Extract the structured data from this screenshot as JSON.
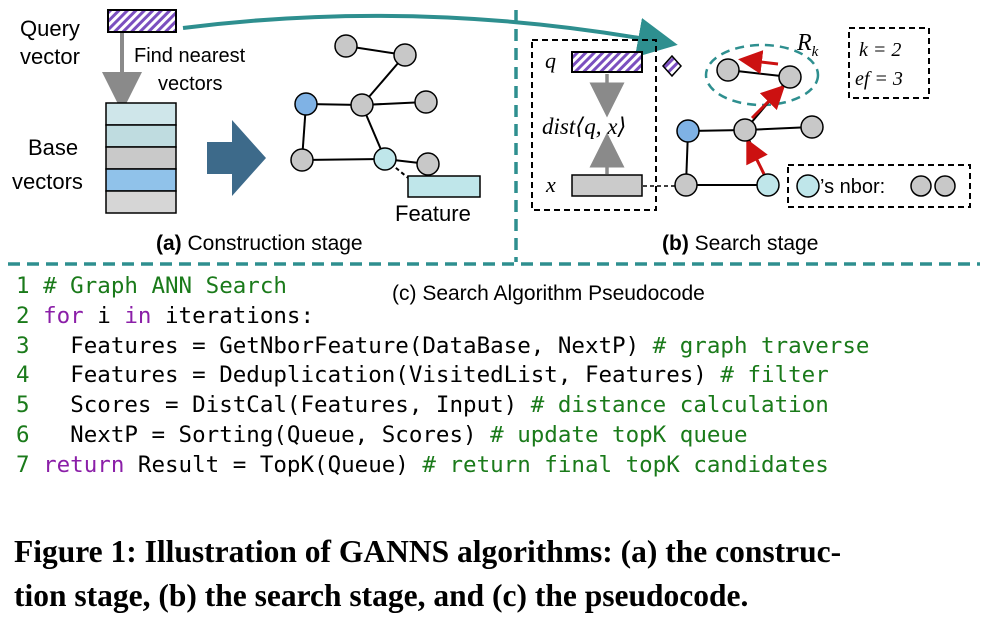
{
  "panel_a": {
    "query_label_1": "Query",
    "query_label_2": "vector",
    "find_label_1": "Find nearest",
    "find_label_2": "vectors",
    "base_label_1": "Base",
    "base_label_2": "vectors",
    "feature_label": "Feature",
    "title_prefix": "(a)",
    "title_rest": " Construction stage"
  },
  "panel_b": {
    "q_label": "q",
    "dist_label": "dist⟨q, x⟩",
    "x_label": "x",
    "rk_label": "R",
    "rk_sub": "k",
    "k_label": "k = 2",
    "ef_label": "ef = 3",
    "nbor_label": "’s nbor:",
    "title_prefix": "(b)",
    "title_rest": " Search stage"
  },
  "panel_c": {
    "title": "(c) Search Algorithm Pseudocode",
    "lines": [
      {
        "num": "1",
        "indent": " ",
        "kw": "",
        "code": "",
        "comment": "# Graph ANN Search"
      },
      {
        "num": "2",
        "indent": " ",
        "kw": "for",
        "code": " i ",
        "kw2": "in",
        "code2": " iterations:",
        "comment": ""
      },
      {
        "num": "3",
        "indent": "   ",
        "kw": "",
        "code": "Features = GetNborFeature(DataBase, NextP) ",
        "comment": "# graph traverse"
      },
      {
        "num": "4",
        "indent": "   ",
        "kw": "",
        "code": "Features = Deduplication(VisitedList, Features) ",
        "comment": "# filter"
      },
      {
        "num": "5",
        "indent": "   ",
        "kw": "",
        "code": "Scores = DistCal(Features, Input) ",
        "comment": "# distance calculation"
      },
      {
        "num": "6",
        "indent": "  ",
        "kw": "",
        "code": " NextP = Sorting(Queue, Scores) ",
        "comment": "# update topK queue"
      },
      {
        "num": "7",
        "indent": " ",
        "kw": "return",
        "code": " Result = TopK(Queue) ",
        "comment": "# return final topK candidates"
      }
    ]
  },
  "caption": {
    "line1": "Figure 1: Illustration of GANNS algorithms: (a) the construc-",
    "line2": "tion stage, (b) the search stage, and (c) the pseudocode."
  },
  "colors": {
    "teal": "#2e8f8f",
    "node_gray": "#c8c8c8",
    "node_blue": "#7fb2e5",
    "node_cyan": "#bfe6ea",
    "hatch_purple": "#7b4fbf",
    "arrow_red": "#cc1111",
    "base_row_1": "#cfe6ea",
    "base_row_2": "#bfdce0",
    "base_row_3": "#c9c9c9",
    "base_row_4": "#90c2ea",
    "base_row_5": "#d6d6d6"
  }
}
